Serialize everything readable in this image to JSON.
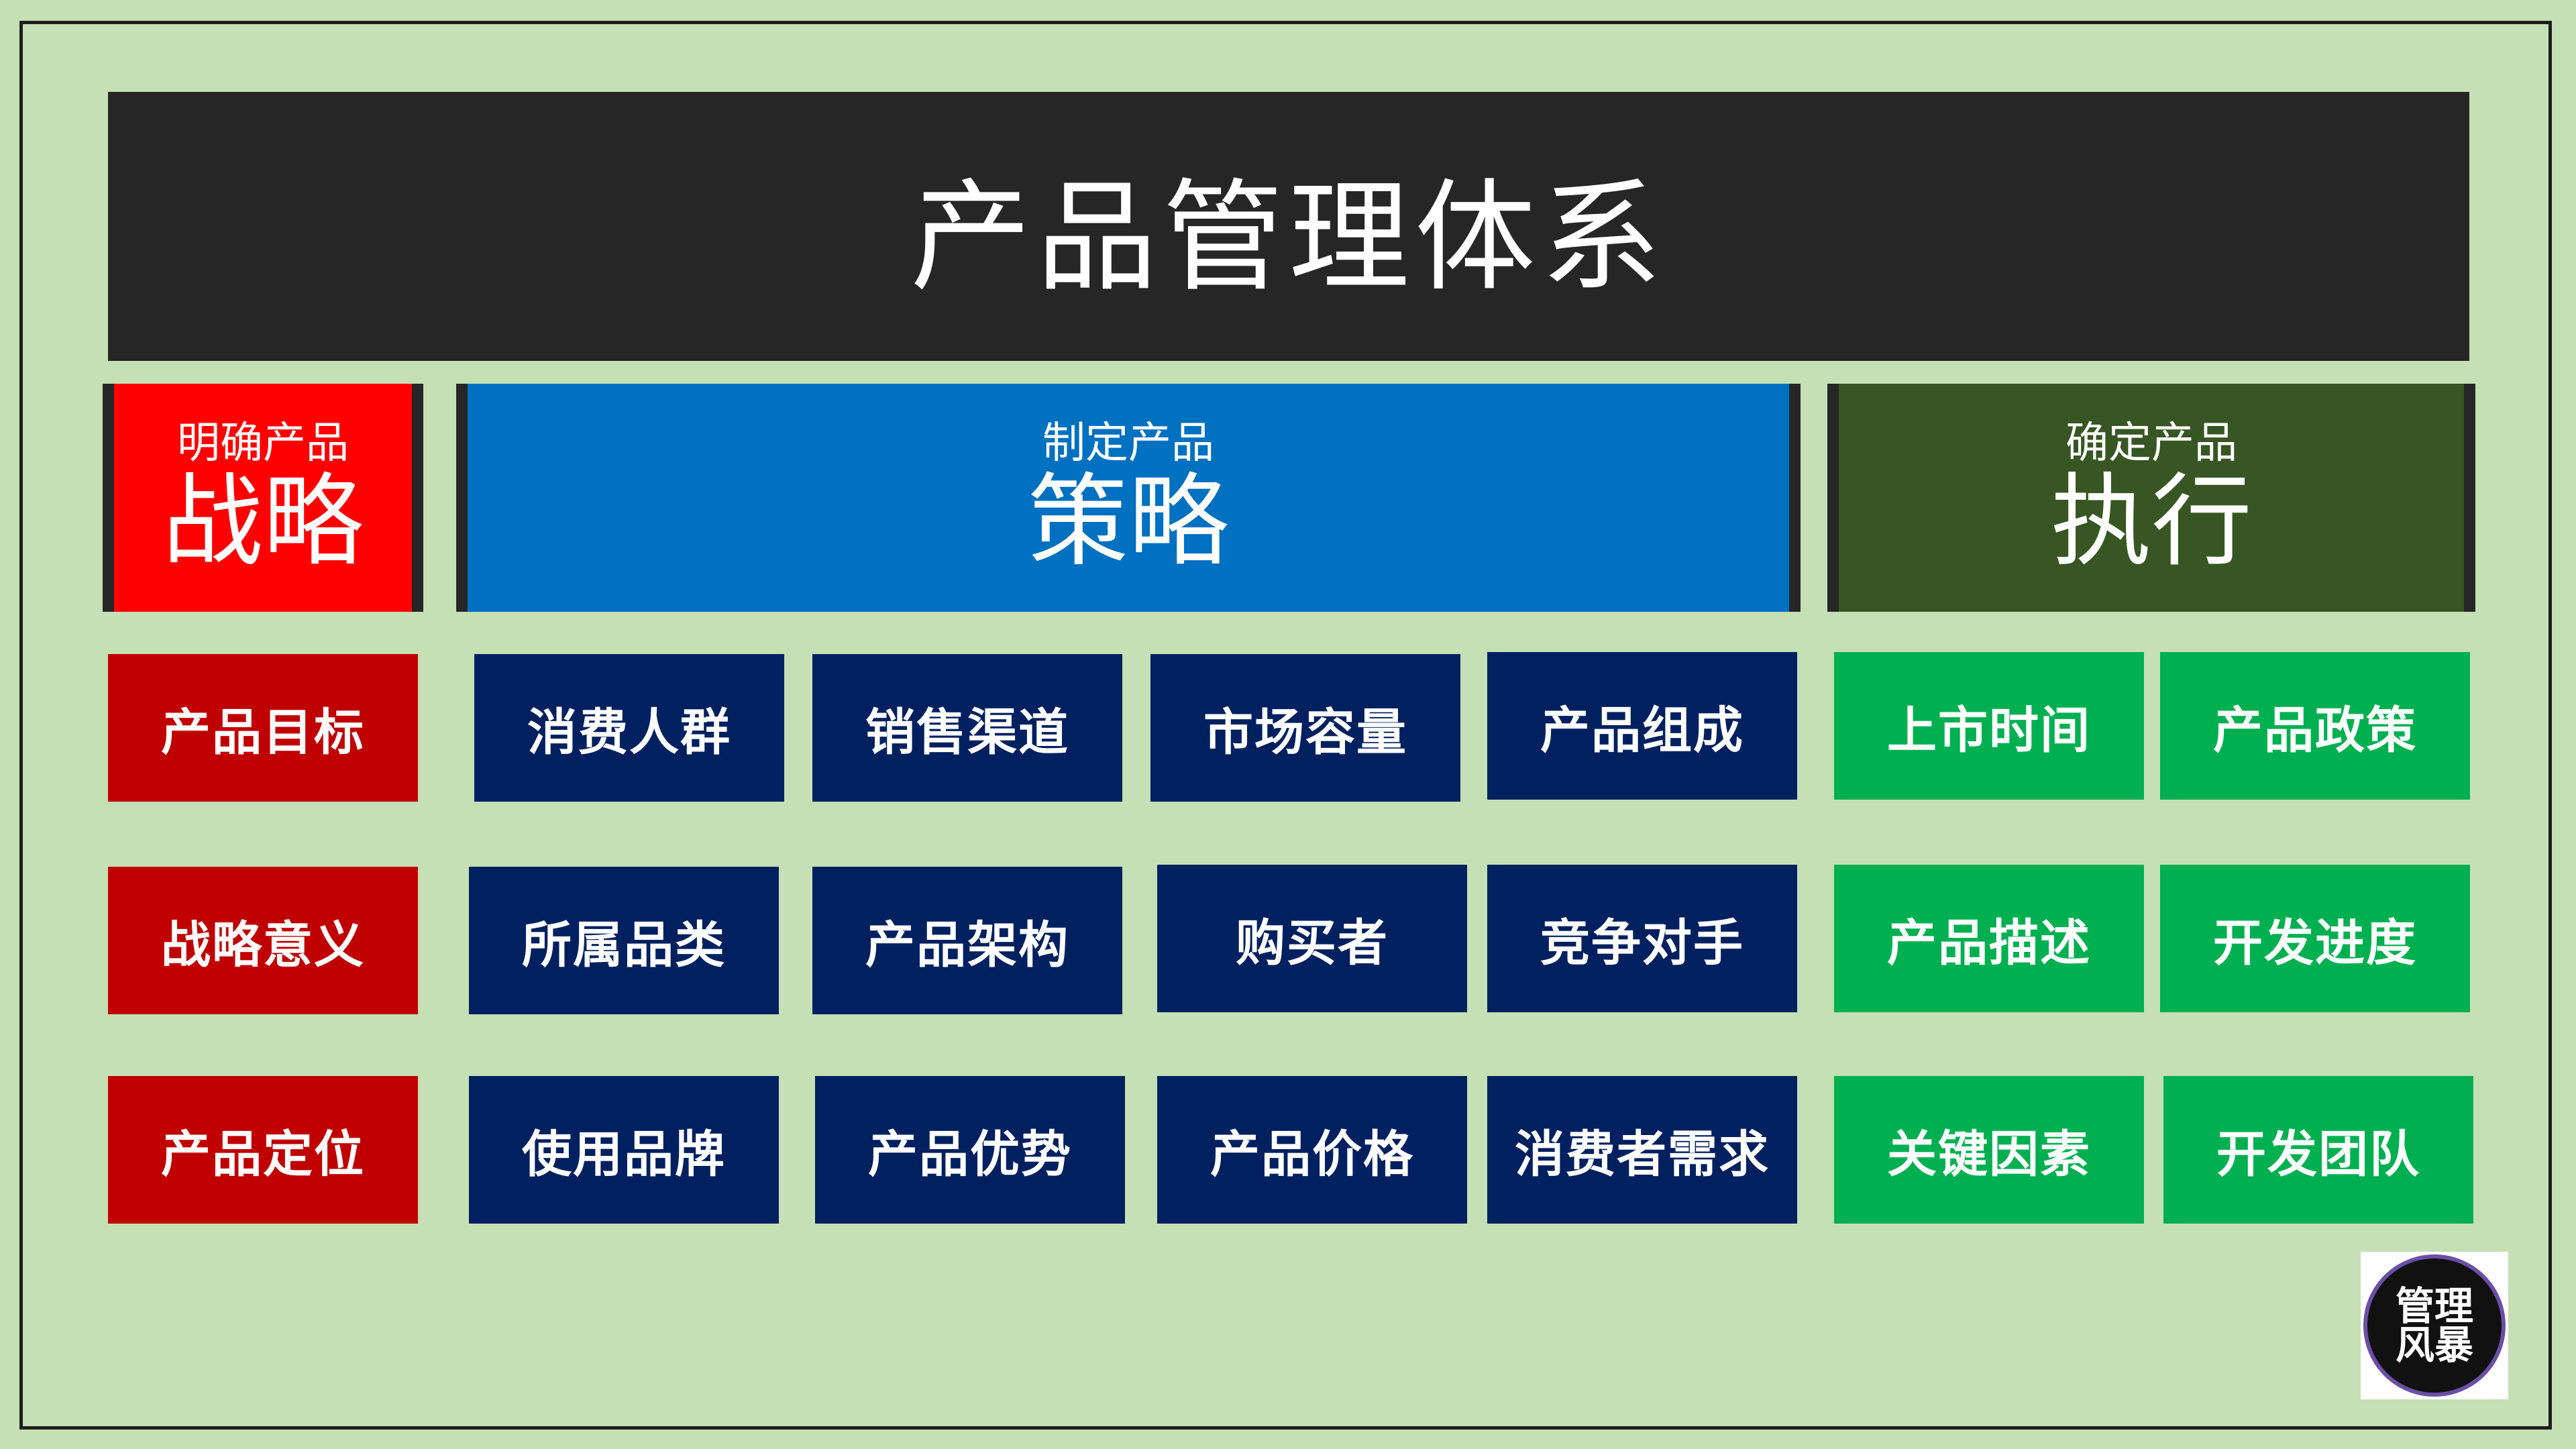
{
  "title": "产品管理体系",
  "colors": {
    "background": "#c5e0b4",
    "title_bg": "#262626",
    "strategy_header": "#ff0000",
    "policy_header": "#0070c0",
    "execution_header": "#375623",
    "strategy_cells": "#c00000",
    "policy_cells": "#002060",
    "execution_cells": "#00b050"
  },
  "categories": [
    {
      "sub": "明确产品",
      "main": "战略"
    },
    {
      "sub": "制定产品",
      "main": "策略"
    },
    {
      "sub": "确定产品",
      "main": "执行"
    }
  ],
  "strategy_items": [
    "产品目标",
    "战略意义",
    "产品定位"
  ],
  "policy_items": [
    [
      "消费人群",
      "销售渠道",
      "市场容量",
      "产品组成"
    ],
    [
      "所属品类",
      "产品架构",
      "购买者",
      "竞争对手"
    ],
    [
      "使用品牌",
      "产品优势",
      "产品价格",
      "消费者需求"
    ]
  ],
  "execution_items": [
    [
      "上市时间",
      "产品政策"
    ],
    [
      "产品描述",
      "开发进度"
    ],
    [
      "关键因素",
      "开发团队"
    ]
  ],
  "logo": {
    "line1": "管理",
    "line2": "风暴"
  }
}
